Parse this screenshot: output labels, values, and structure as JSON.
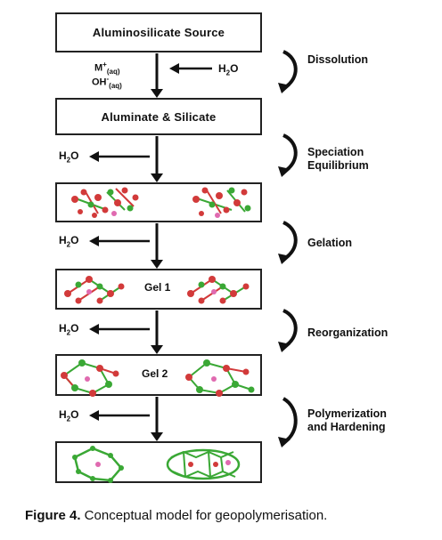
{
  "steps": [
    {
      "label": "Aluminosilicate Source"
    },
    {
      "label": "Aluminate & Silicate"
    },
    {
      "label": ""
    },
    {
      "label": "Gel 1"
    },
    {
      "label": "Gel 2"
    },
    {
      "label": ""
    }
  ],
  "stages": [
    {
      "label": "Dissolution"
    },
    {
      "label": "Speciation\nEquilibrium"
    },
    {
      "label": "Gelation"
    },
    {
      "label": "Reorganization"
    },
    {
      "label": "Polymerization\nand Hardening"
    }
  ],
  "inputs": {
    "ion1_base": "M",
    "ion1_sup": "+",
    "ion1_sub": "(aq)",
    "ion2_base": "OH",
    "ion2_sup": "-",
    "ion2_sub": "(aq)",
    "water_in": "H",
    "water_in_sub": "2",
    "water_in_tail": "O"
  },
  "water_out": [
    {
      "base": "H",
      "sub": "2",
      "tail": "O"
    },
    {
      "base": "H",
      "sub": "2",
      "tail": "O"
    },
    {
      "base": "H",
      "sub": "2",
      "tail": "O"
    },
    {
      "base": "H",
      "sub": "2",
      "tail": "O"
    }
  ],
  "caption": {
    "prefix": "Figure 4.",
    "text": " Conceptual model for geopolymerisation."
  },
  "colors": {
    "oxygen": "#d23a3a",
    "silicon": "#3aa835",
    "aluminium": "#e06ab0",
    "line": "#222222"
  }
}
